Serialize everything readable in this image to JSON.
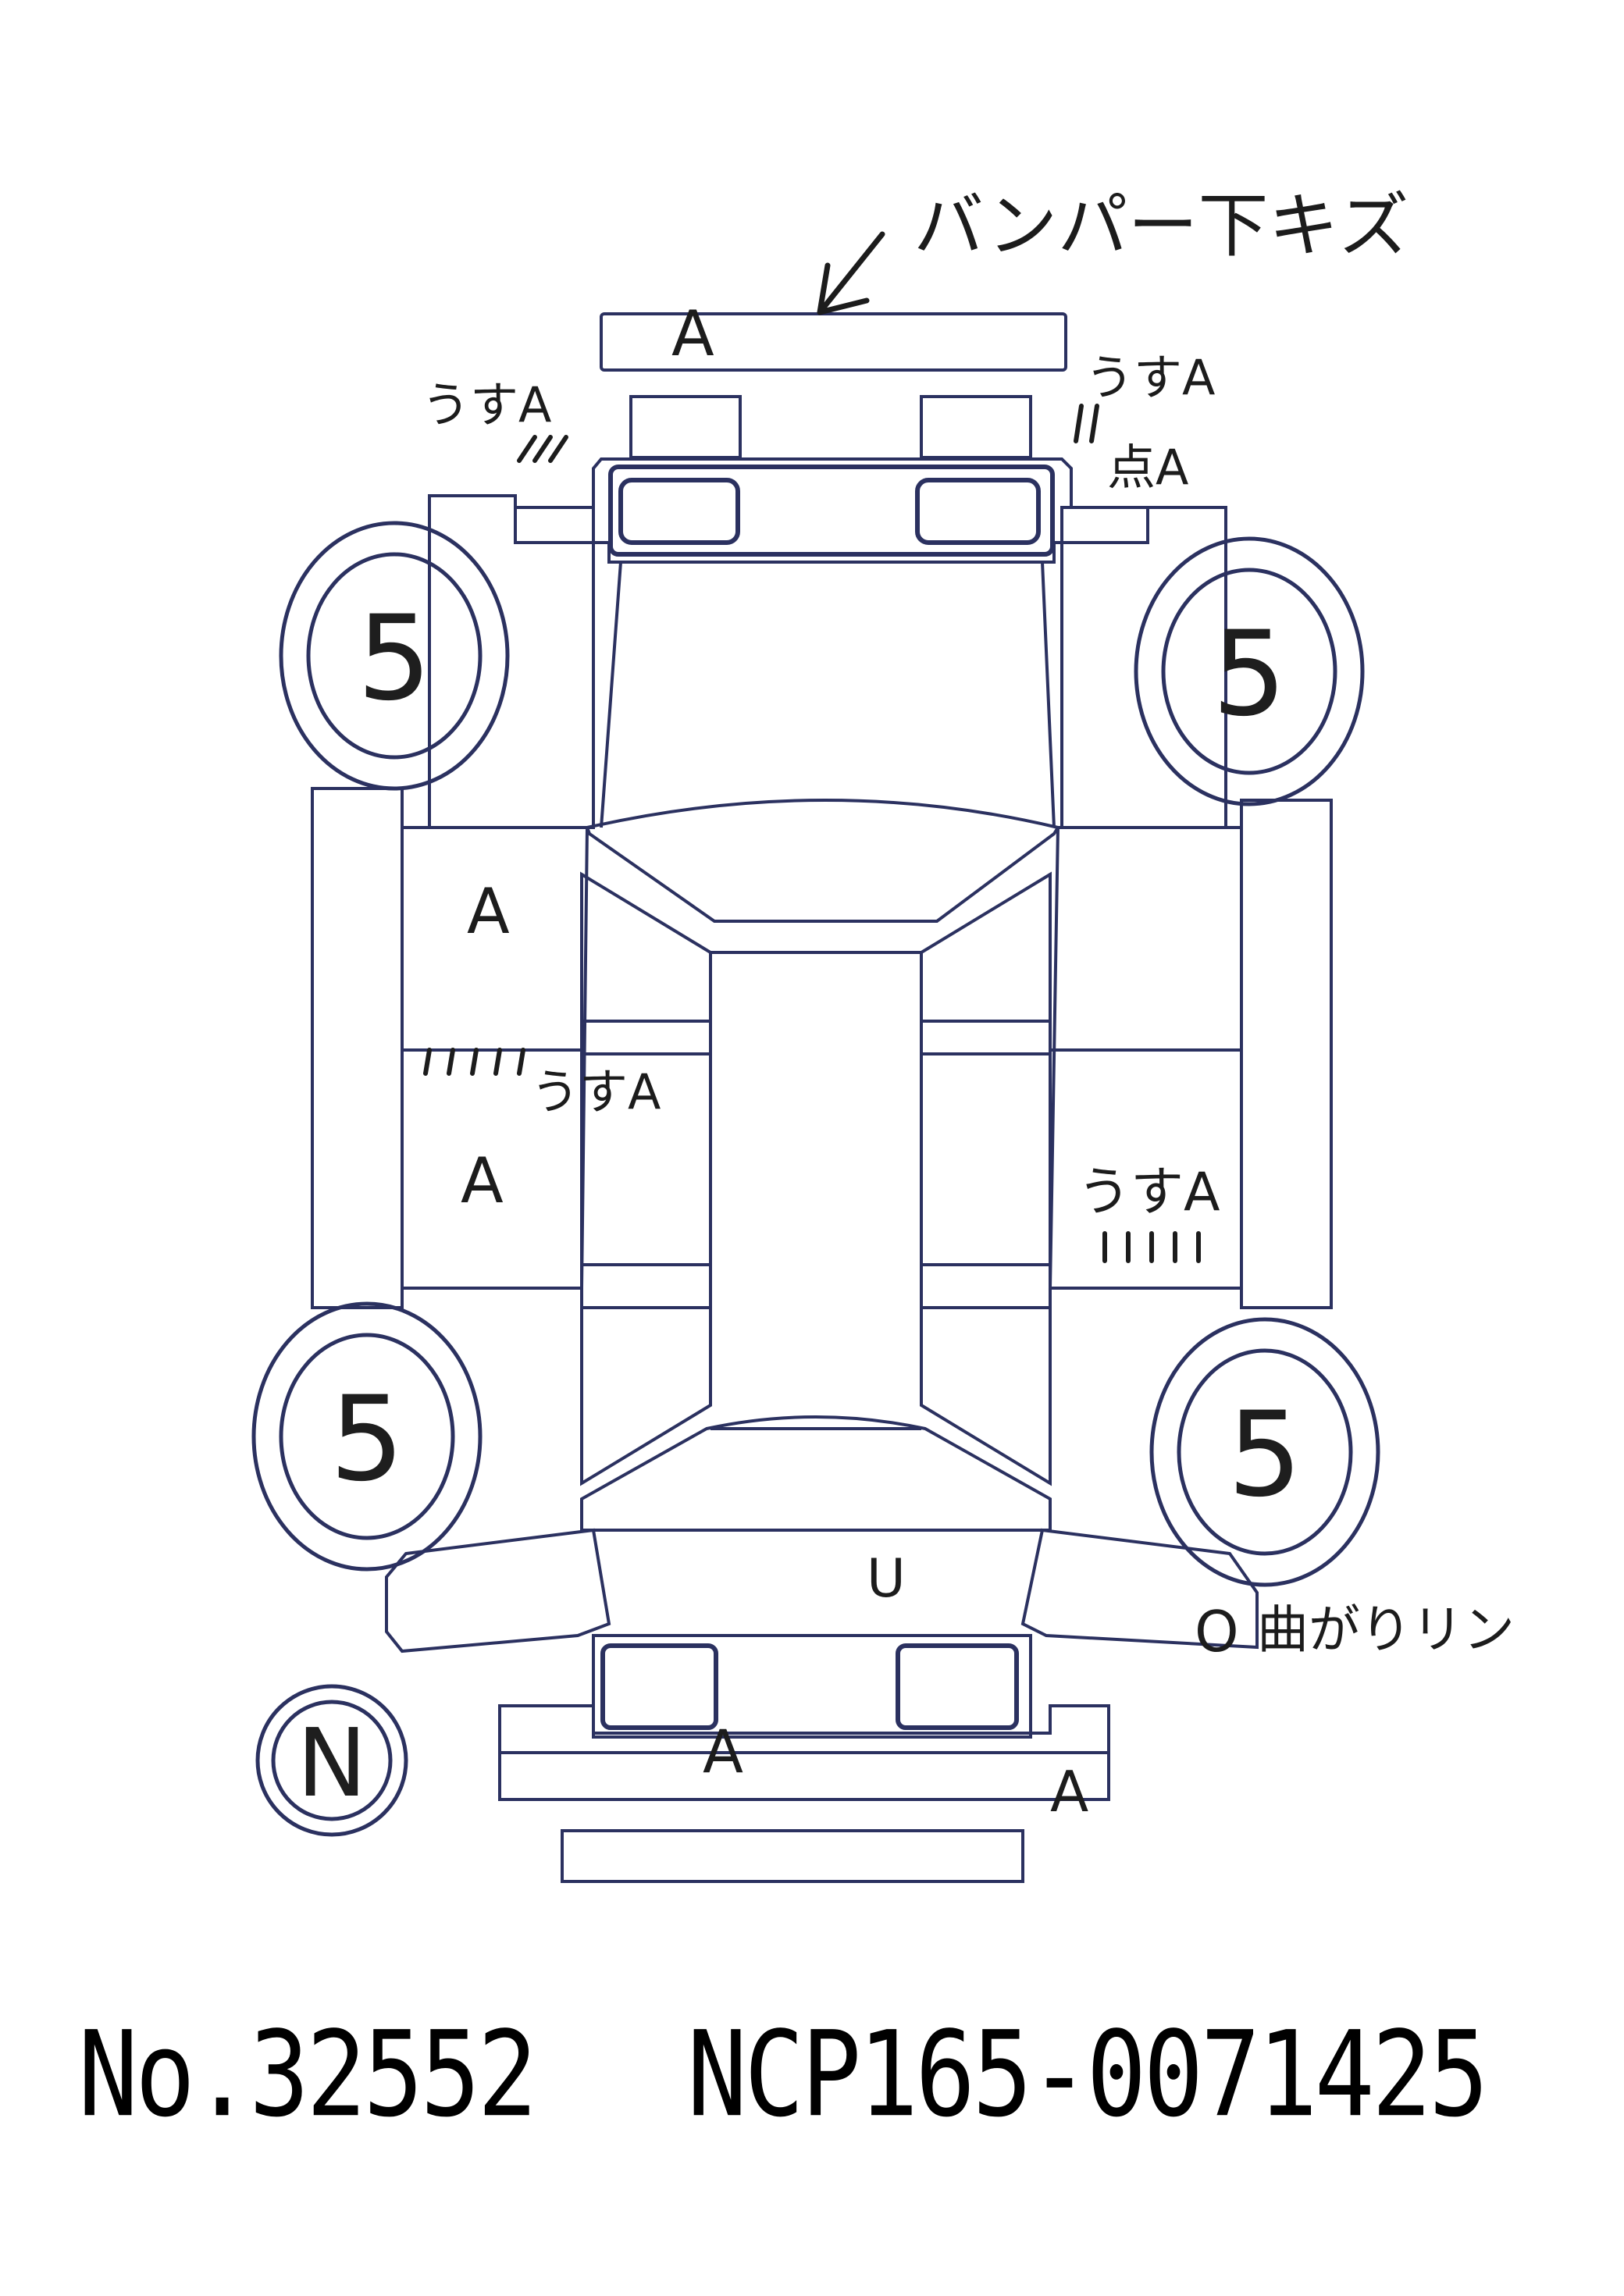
{
  "header_note": "バンパー下キズ",
  "tires": {
    "front_left": "5",
    "front_right": "5",
    "rear_left": "5",
    "rear_right": "5",
    "spare": "N"
  },
  "marks": {
    "front_bumper": "A",
    "front_left_corner": "うすA",
    "front_right_corner": "うすA",
    "front_right_point": "点A",
    "left_front_door": "A",
    "left_rear_door_note": "うすA",
    "left_rear_door": "A",
    "right_rear_door": "うすA",
    "rear_center": "U",
    "rear_right_note": "曲がりリン",
    "rear_right_circle": "O",
    "rear_bumper": "A",
    "rear_bumper_corner": "A"
  },
  "footer": {
    "lot_number": "No.32552",
    "chassis_number": "NCP165-0071425"
  },
  "colors": {
    "diagram_line": "#2b3160",
    "handwriting": "#1c1c1c",
    "text": "#000000"
  }
}
